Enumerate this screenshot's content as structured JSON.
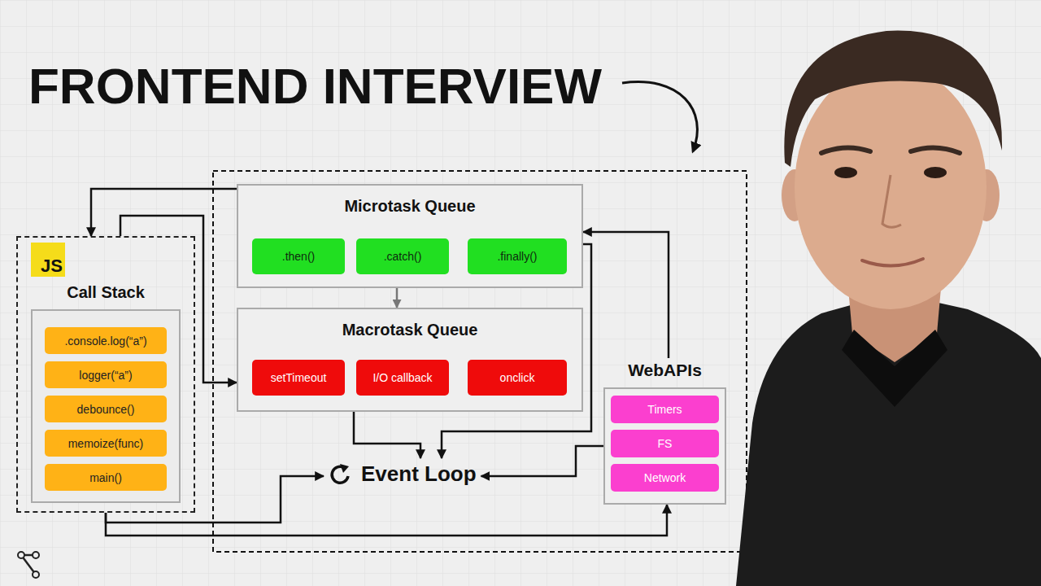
{
  "diagram": {
    "title": "FRONTEND INTERVIEW",
    "nodes": [
      {
        "text": [
          "Call Stack"
        ]
      },
      {
        "text": [
          "JS"
        ],
        "in": 0
      },
      {
        "text": [
          ".console.log(“a”)"
        ],
        "in": 0
      },
      {
        "text": [
          "logger(“a”)"
        ],
        "in": 0
      },
      {
        "text": [
          "debounce()"
        ],
        "in": 0
      },
      {
        "text": [
          "memoize(func)"
        ],
        "in": 0
      },
      {
        "text": [
          "main()"
        ],
        "in": 0
      },
      {
        "text": [
          "Microtask Queue"
        ]
      },
      {
        "text": [
          ".then()"
        ],
        "in": 7
      },
      {
        "text": [
          ".catch()"
        ],
        "in": 7
      },
      {
        "text": [
          ".finally()"
        ],
        "in": 7
      },
      {
        "text": [
          "Macrotask Queue"
        ]
      },
      {
        "text": [
          "setTimeout"
        ],
        "in": 11
      },
      {
        "text": [
          "I/O callback"
        ],
        "in": 11
      },
      {
        "text": [
          "onclick"
        ],
        "in": 11
      },
      {
        "text": [
          "Event Loop"
        ]
      },
      {
        "text": [
          "WebAPIs"
        ]
      },
      {
        "text": [
          "Timers"
        ],
        "in": 16
      },
      {
        "text": [
          "FS"
        ],
        "in": 16
      },
      {
        "text": [
          "Network"
        ],
        "in": 16
      }
    ],
    "edges": [
      {
        "from": 7,
        "to": 0,
        "arrow": "to"
      },
      {
        "from": 0,
        "to": 11,
        "arrow": "to"
      },
      {
        "from": 7,
        "to": 11,
        "arrow": "to"
      },
      {
        "from": 11,
        "to": 15,
        "arrow": "to"
      },
      {
        "from": 7,
        "to": 15,
        "arrow": "to"
      },
      {
        "from": 16,
        "to": 7,
        "arrow": "to"
      },
      {
        "from": 16,
        "to": 15,
        "arrow": "to"
      },
      {
        "from": 0,
        "to": 16,
        "arrow": "to"
      },
      {
        "from": 0,
        "to": 15,
        "arrow": "to"
      }
    ]
  }
}
